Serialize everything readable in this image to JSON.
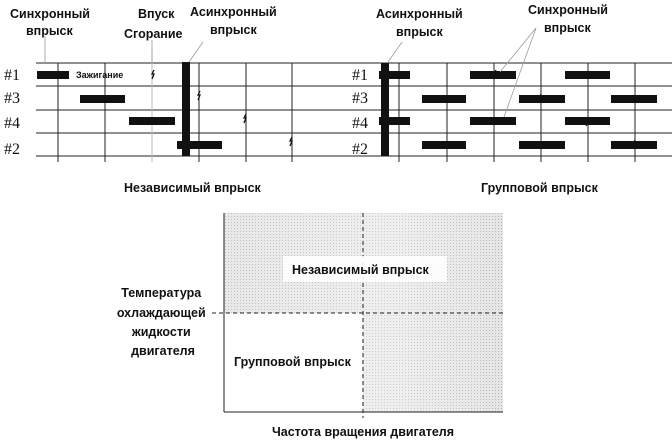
{
  "left_diagram": {
    "title": "Независимый впрыск",
    "label_sync": [
      "Синхронный",
      "впрыск"
    ],
    "label_intake_combustion": [
      "Впуск",
      "Сгорание"
    ],
    "label_async": [
      "Асинхронный",
      "впрыск"
    ],
    "label_ignition": "Зажигание",
    "cylinders": [
      "#1",
      "#3",
      "#4",
      "#2"
    ]
  },
  "right_diagram": {
    "title": "Групповой впрыск",
    "label_async": [
      "Асинхронный",
      "впрыск"
    ],
    "label_sync": [
      "Синхронный",
      "впрыск"
    ],
    "cylinders": [
      "#1",
      "#3",
      "#4",
      "#2"
    ]
  },
  "region_chart": {
    "y_axis_label": [
      "Температура",
      "охлаждающей",
      "жидкости",
      "двигателя"
    ],
    "x_axis_label": "Частота вращения двигателя",
    "region_independent": "Независимый впрыск",
    "region_group": "Групповой впрыск"
  },
  "colors": {
    "ink": "#111111",
    "shade": "#d8d8d8"
  }
}
